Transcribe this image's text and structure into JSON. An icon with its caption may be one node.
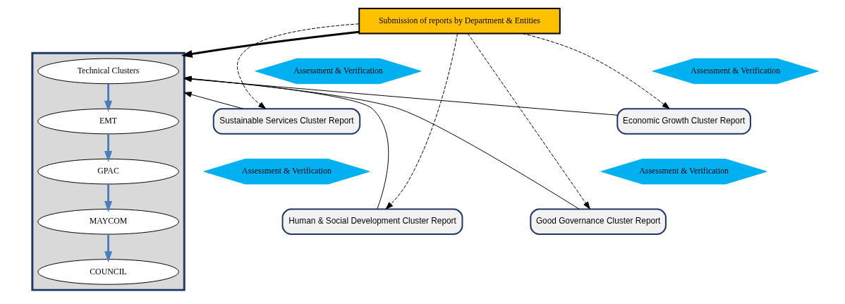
{
  "diagram": {
    "nodes": [
      {
        "text": [
          "Submission of reports by Department & Entities"
        ]
      },
      {
        "text": [],
        "shape": "box"
      },
      {
        "text": [
          "Technical Clusters"
        ],
        "in": 1
      },
      {
        "text": [
          "EMT"
        ],
        "in": 1
      },
      {
        "text": [
          "GPAC"
        ],
        "in": 1
      },
      {
        "text": [
          "MAYCOM"
        ],
        "in": 1
      },
      {
        "text": [
          "COUNCIL"
        ],
        "in": 1
      },
      {
        "text": [
          "Assessment & Verification"
        ]
      },
      {
        "text": [
          "Sustainable Services Cluster Report"
        ]
      },
      {
        "text": [
          "Assessment & Verification"
        ]
      },
      {
        "text": [
          "Human & Social Development Cluster Report"
        ]
      },
      {
        "text": [
          "Assessment & Verification"
        ]
      },
      {
        "text": [
          "Economic Growth Cluster Report"
        ]
      },
      {
        "text": [
          "Assessment & Verification"
        ]
      },
      {
        "text": [
          "Good Governance Cluster Report"
        ]
      }
    ],
    "edges": [
      {
        "from": 0,
        "to": 1,
        "arrow": "to",
        "style": "thick"
      },
      {
        "from": 2,
        "to": 3,
        "arrow": "to",
        "style": "thick",
        "color": "#4a7ebb"
      },
      {
        "from": 3,
        "to": 4,
        "arrow": "to",
        "style": "thick",
        "color": "#4a7ebb"
      },
      {
        "from": 4,
        "to": 5,
        "arrow": "to",
        "style": "thick",
        "color": "#4a7ebb"
      },
      {
        "from": 5,
        "to": 6,
        "arrow": "to",
        "style": "thick",
        "color": "#4a7ebb"
      },
      {
        "from": 8,
        "to": 1,
        "arrow": "to"
      },
      {
        "from": 10,
        "to": 1,
        "arrow": "to"
      },
      {
        "from": 12,
        "to": 1,
        "arrow": "to"
      },
      {
        "from": 14,
        "to": 1,
        "arrow": "to"
      },
      {
        "from": 0,
        "to": 8,
        "arrow": "to",
        "style": "dashed"
      },
      {
        "from": 0,
        "to": 10,
        "arrow": "to",
        "style": "dashed"
      },
      {
        "from": 0,
        "to": 12,
        "arrow": "to",
        "style": "dashed"
      },
      {
        "from": 0,
        "to": 14,
        "arrow": "to",
        "style": "dashed"
      }
    ]
  }
}
